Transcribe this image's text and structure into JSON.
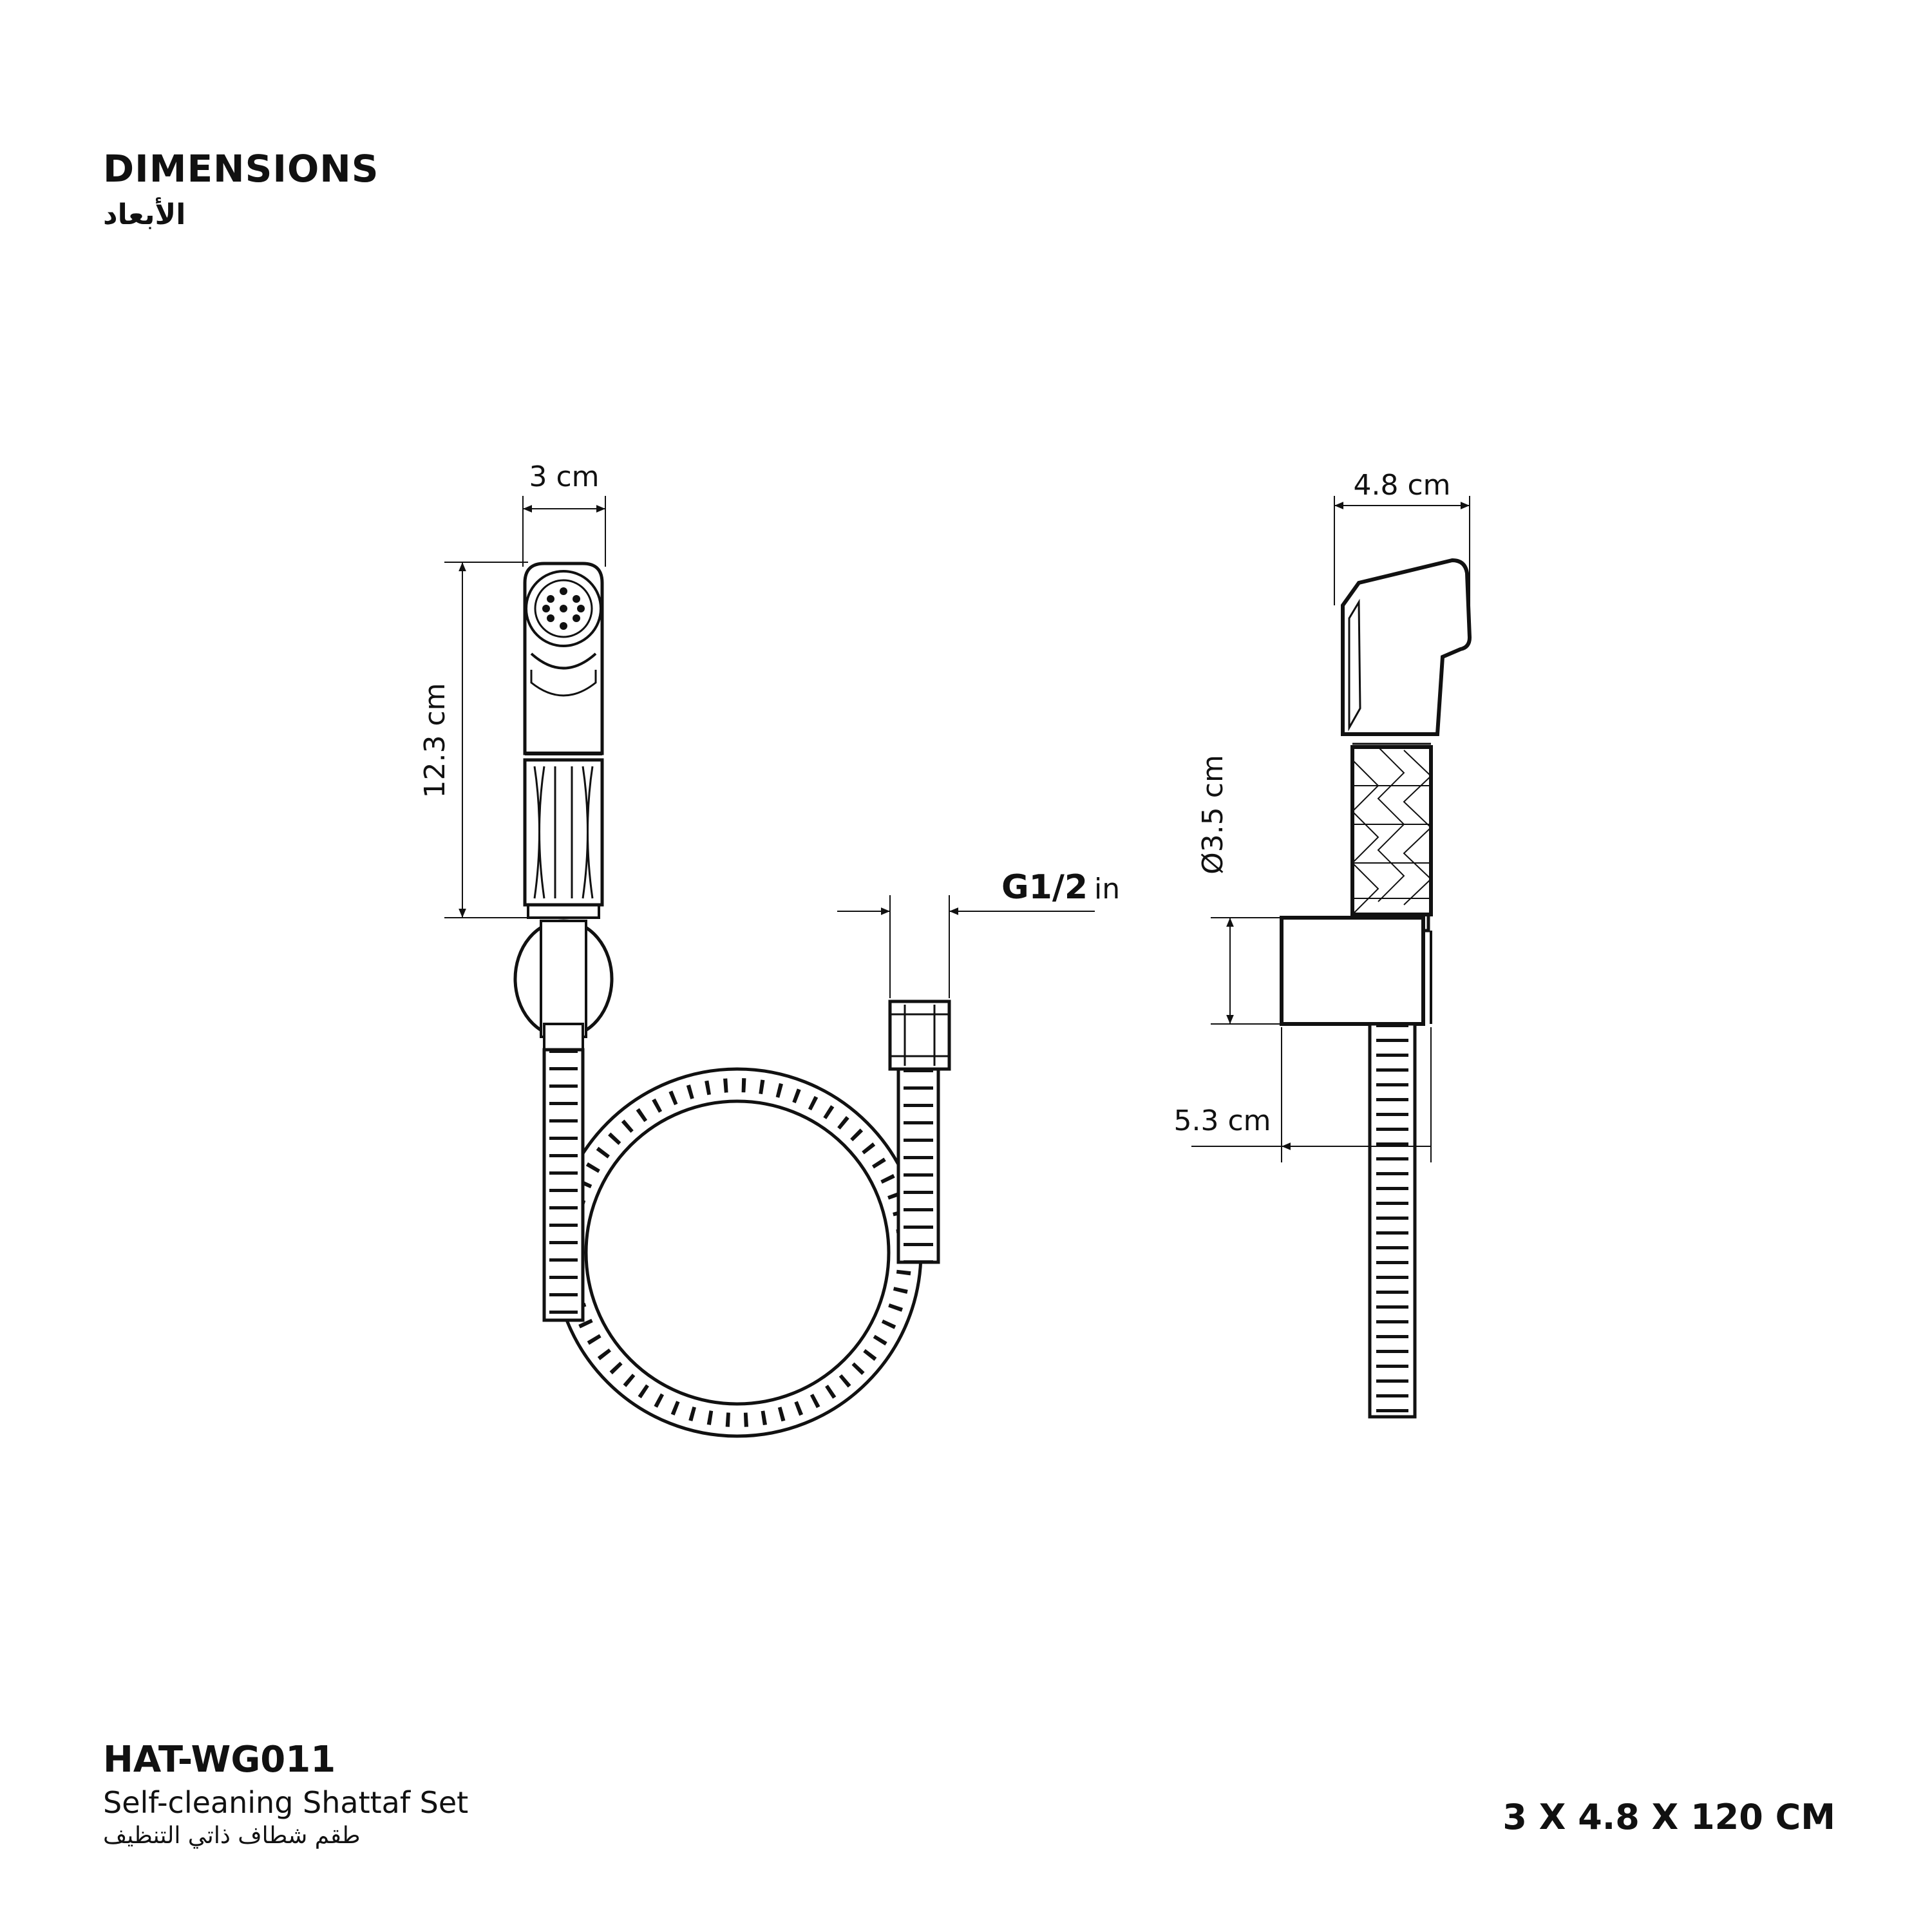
{
  "header": {
    "title_en": "DIMENSIONS",
    "title_ar": "الأبعاد"
  },
  "front_view": {
    "width_label": "3 cm",
    "height_label": "12.3 cm",
    "thread_label_bold": "G1/2",
    "thread_label_unit": "in"
  },
  "side_view": {
    "width_label": "4.8 cm",
    "diameter_label": "Ø3.5 cm",
    "bracket_label": "5.3 cm"
  },
  "footer": {
    "model": "HAT-WG011",
    "name_en": "Self-cleaning Shattaf Set",
    "name_ar": "طقم شطاف ذاتي التنظيف",
    "overall_dimensions": "3 X 4.8 X 120 CM"
  },
  "colors": {
    "line": "#111111",
    "background": "#ffffff"
  }
}
